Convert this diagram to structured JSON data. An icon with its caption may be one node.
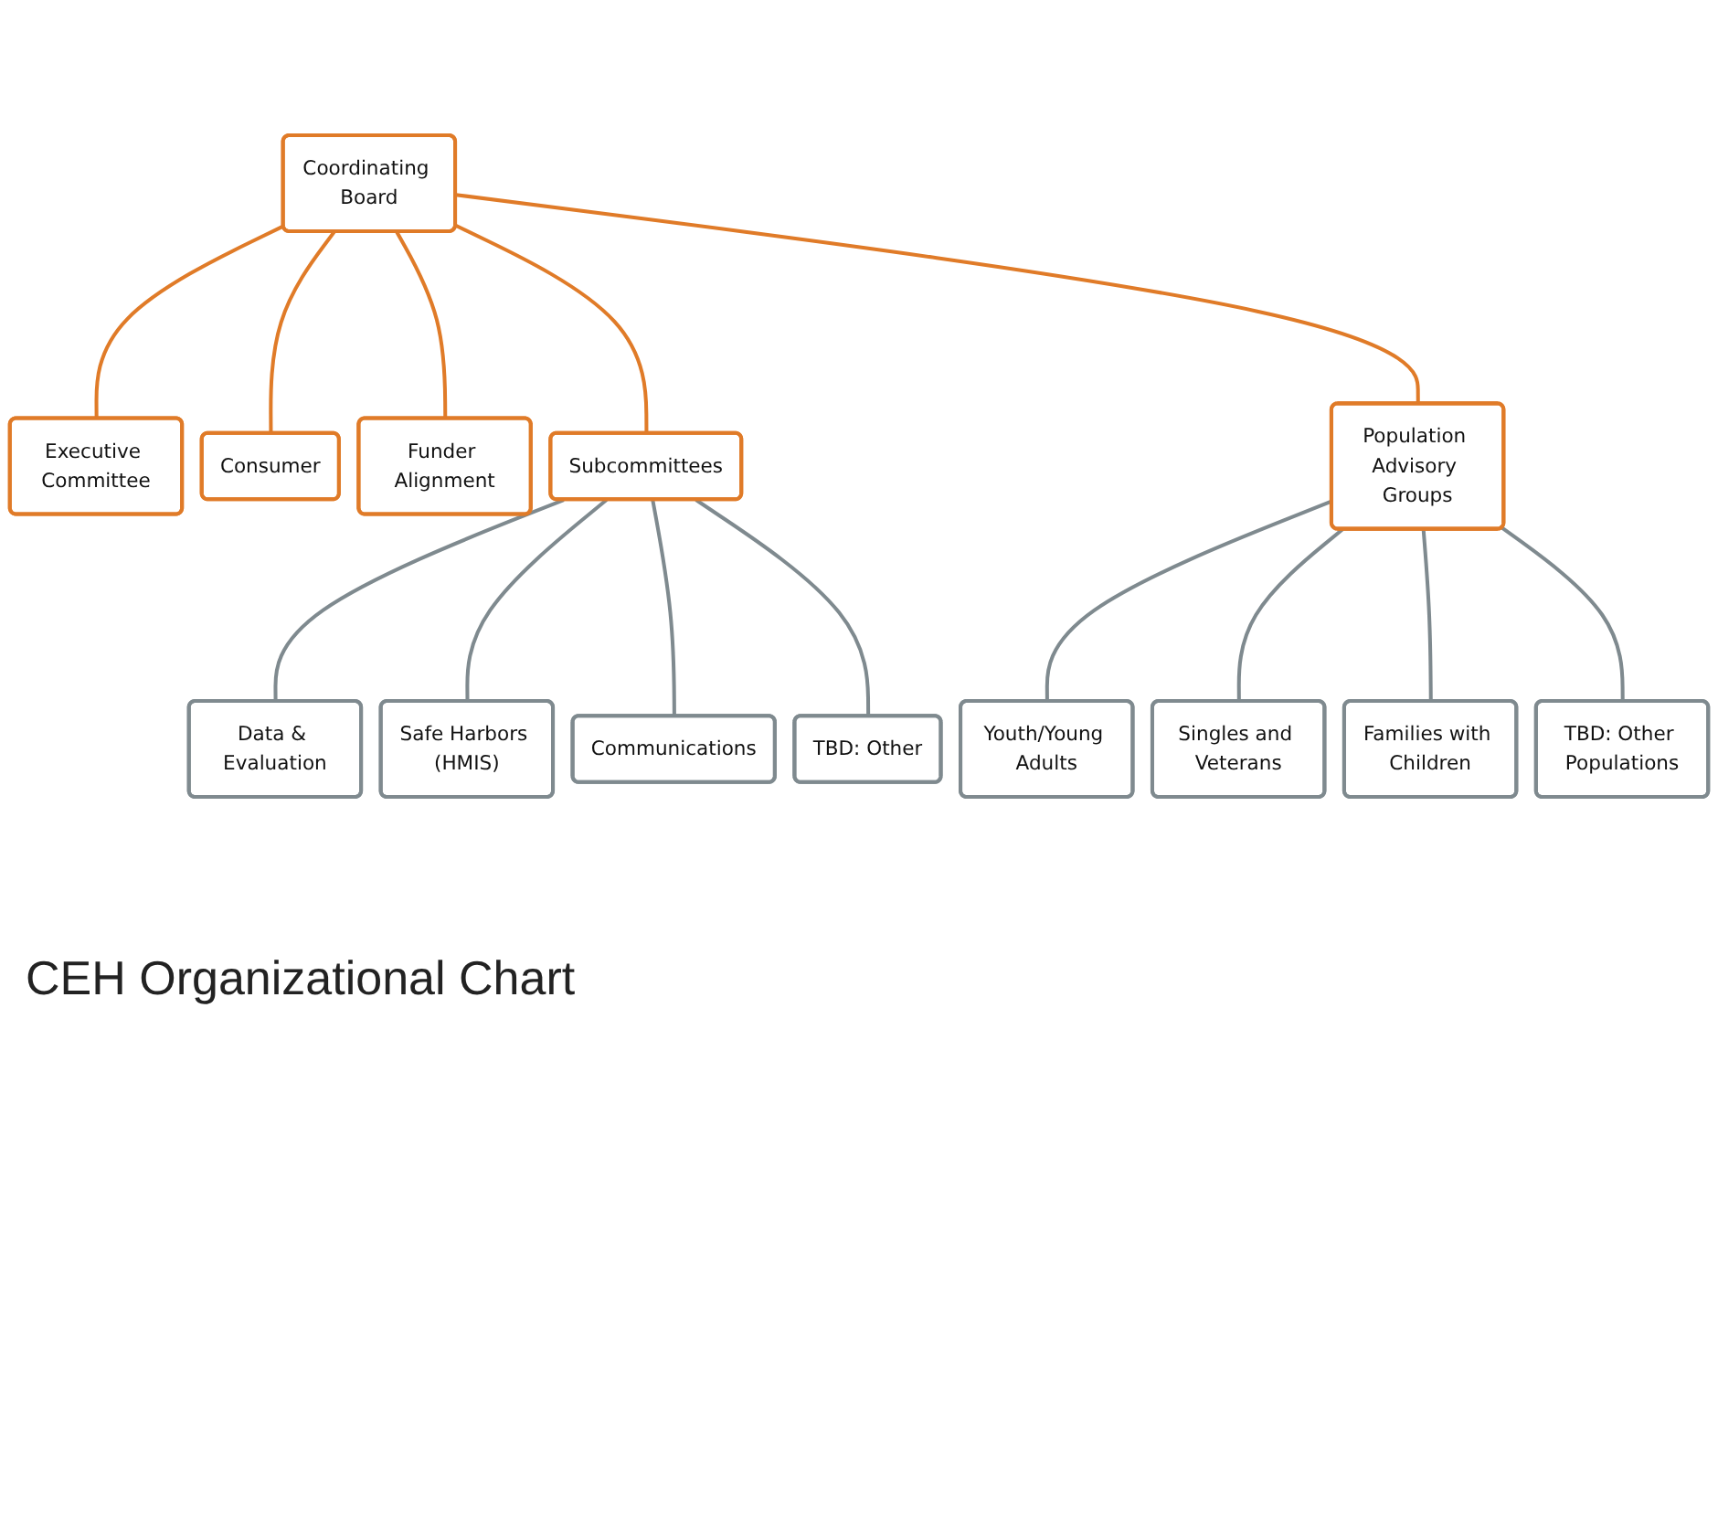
{
  "diagram": {
    "title": "CEH Organizational Chart",
    "nodes": [
      {
        "text": [
          "Coordinating Board"
        ]
      },
      {
        "text": [
          "Executive Committee"
        ]
      },
      {
        "text": [
          "Consumer"
        ]
      },
      {
        "text": [
          "Funder Alignment"
        ]
      },
      {
        "text": [
          "Subcommittees"
        ]
      },
      {
        "text": [
          "Population Advisory Groups"
        ]
      },
      {
        "text": [
          "Data & Evaluation"
        ]
      },
      {
        "text": [
          "Safe Harbors (HMIS)"
        ]
      },
      {
        "text": [
          "Communications"
        ]
      },
      {
        "text": [
          "TBD: Other"
        ]
      },
      {
        "text": [
          "Youth/Young Adults"
        ]
      },
      {
        "text": [
          "Singles and Veterans"
        ]
      },
      {
        "text": [
          "Families with Children"
        ]
      },
      {
        "text": [
          "TBD: Other Populations"
        ]
      }
    ],
    "edges": [
      {
        "from": 0,
        "to": 1,
        "arrow": "none",
        "color": "#e07b28"
      },
      {
        "from": 0,
        "to": 2,
        "arrow": "none",
        "color": "#e07b28"
      },
      {
        "from": 0,
        "to": 3,
        "arrow": "none",
        "color": "#e07b28"
      },
      {
        "from": 0,
        "to": 4,
        "arrow": "none",
        "color": "#e07b28"
      },
      {
        "from": 0,
        "to": 5,
        "arrow": "none",
        "color": "#e07b28"
      },
      {
        "from": 4,
        "to": 6,
        "arrow": "none"
      },
      {
        "from": 4,
        "to": 7,
        "arrow": "none"
      },
      {
        "from": 4,
        "to": 8,
        "arrow": "none"
      },
      {
        "from": 4,
        "to": 9,
        "arrow": "none"
      },
      {
        "from": 5,
        "to": 10,
        "arrow": "none"
      },
      {
        "from": 5,
        "to": 11,
        "arrow": "none"
      },
      {
        "from": 5,
        "to": 12,
        "arrow": "none"
      },
      {
        "from": 5,
        "to": 13,
        "arrow": "none"
      }
    ]
  }
}
